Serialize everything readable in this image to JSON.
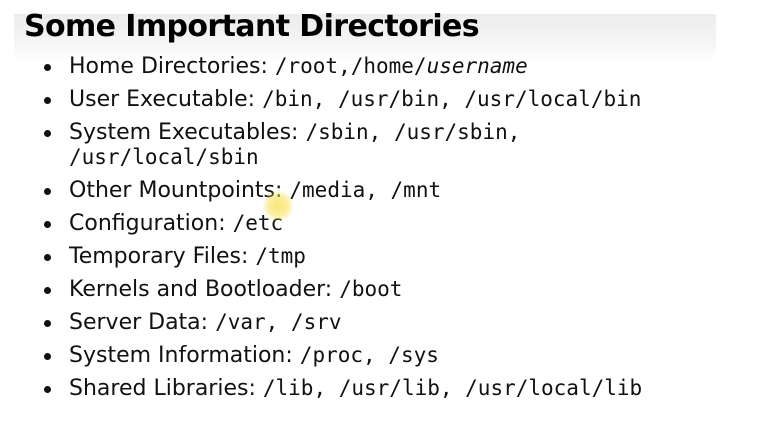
{
  "slide": {
    "title": "Some Important Directories",
    "items": [
      {
        "label": "Home Directories: ",
        "path": "/root,/home/",
        "path_em": "username"
      },
      {
        "label": "User Executable: ",
        "path": "/bin, /usr/bin, /usr/local/bin"
      },
      {
        "label": "System Executables: ",
        "path": "/sbin, /usr/sbin,",
        "path2": "/usr/local/sbin"
      },
      {
        "label": "Other Mountpoints: ",
        "path": "/media, /mnt"
      },
      {
        "label": "Configuration: ",
        "path": "/etc"
      },
      {
        "label": "Temporary Files: ",
        "path": "/tmp"
      },
      {
        "label": "Kernels and Bootloader: ",
        "path": "/boot"
      },
      {
        "label": "Server Data: ",
        "path": "/var, /srv"
      },
      {
        "label": "System Information: ",
        "path": "/proc, /sys"
      },
      {
        "label": "Shared Libraries: ",
        "path": "/lib, /usr/lib, /usr/local/lib"
      }
    ]
  },
  "colors": {
    "text": "#111111",
    "title": "#000000",
    "title_band": "#ececec",
    "cursor_highlight": "#f8e25a"
  },
  "icons": {
    "cursor": "cursor-highlight-icon",
    "bullet": "bullet-icon"
  }
}
